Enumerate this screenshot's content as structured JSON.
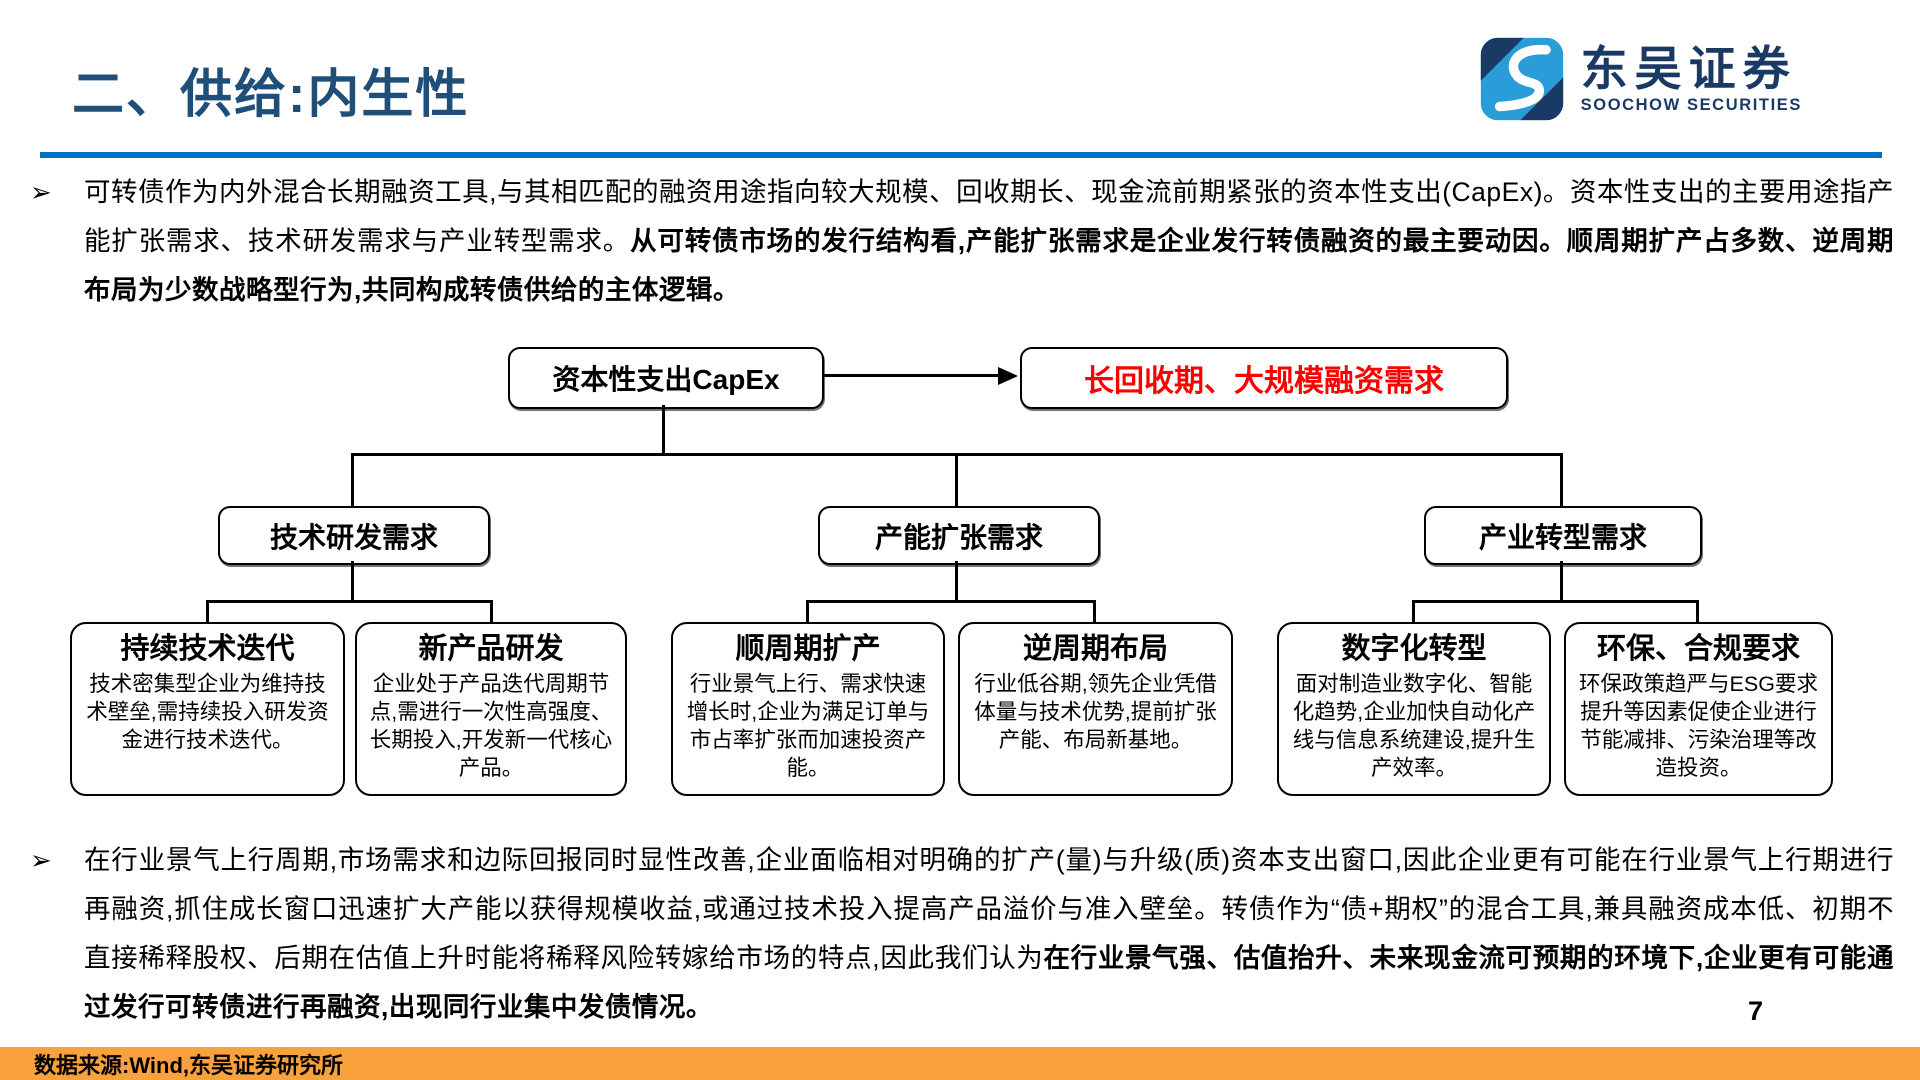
{
  "page": {
    "number": "7"
  },
  "header": {
    "title": "二、供给:内生性",
    "logo": {
      "cn": "东吴证券",
      "en": "SOOCHOW SECURITIES"
    }
  },
  "colors": {
    "title_blue": "#1F4E79",
    "rule_blue": "#0070C0",
    "logo_navy": "#1A3A66",
    "logo_bright_blue": "#2A9CD8",
    "highlight_red": "#FF0000",
    "footer_orange": "#F9A13C"
  },
  "paragraphs": {
    "p1": {
      "bullet": "➢",
      "runs": [
        {
          "text": "可转债作为内外混合长期融资工具,与其相匹配的融资用途指向较大规模、回收期长、现金流前期紧张的资本性支出(CapEx)。资本性支出的主要用途指产能扩张需求、技术研发需求与产业转型需求。",
          "bold": false
        },
        {
          "text": "从可转债市场的发行结构看,产能扩张需求是企业发行转债融资的最主要动因。顺周期扩产占多数、逆周期布局为少数战略型行为,共同构成转债供给的主体逻辑。",
          "bold": true
        }
      ]
    },
    "p2": {
      "bullet": "➢",
      "runs": [
        {
          "text": "在行业景气上行周期,市场需求和边际回报同时显性改善,企业面临相对明确的扩产(量)与升级(质)资本支出窗口,因此企业更有可能在行业景气上行期进行再融资,抓住成长窗口迅速扩大产能以获得规模收益,或通过技术投入提高产品溢价与准入壁垒。转债作为“债+期权”的混合工具,兼具融资成本低、初期不直接稀释股权、后期在估值上升时能将稀释风险转嫁给市场的特点,因此我们认为",
          "bold": false
        },
        {
          "text": "在行业景气强、估值抬升、未来现金流可预期的环境下,企业更有可能通过发行可转债进行再融资,出现同行业集中发债情况。",
          "bold": true
        }
      ]
    }
  },
  "flowchart": {
    "root": {
      "label": "资本性支出CapEx"
    },
    "outcome": {
      "label": "长回收期、大规模融资需求"
    },
    "branches": [
      {
        "label": "技术研发需求",
        "children": [
          {
            "title": "持续技术迭代",
            "body": "技术密集型企业为维持技术壁垒,需持续投入研发资金进行技术迭代。"
          },
          {
            "title": "新产品研发",
            "body": "企业处于产品迭代周期节点,需进行一次性高强度、长期投入,开发新一代核心产品。"
          }
        ]
      },
      {
        "label": "产能扩张需求",
        "children": [
          {
            "title": "顺周期扩产",
            "body": "行业景气上行、需求快速增长时,企业为满足订单与市占率扩张而加速投资产能。"
          },
          {
            "title": "逆周期布局",
            "body": "行业低谷期,领先企业凭借体量与技术优势,提前扩张产能、布局新基地。"
          }
        ]
      },
      {
        "label": "产业转型需求",
        "children": [
          {
            "title": "数字化转型",
            "body": "面对制造业数字化、智能化趋势,企业加快自动化产线与信息系统建设,提升生产效率。"
          },
          {
            "title": "环保、合规要求",
            "body": "环保政策趋严与ESG要求提升等因素促使企业进行节能减排、污染治理等改造投资。"
          }
        ]
      }
    ]
  },
  "footer": {
    "source": "数据来源:Wind,东吴证券研究所"
  }
}
